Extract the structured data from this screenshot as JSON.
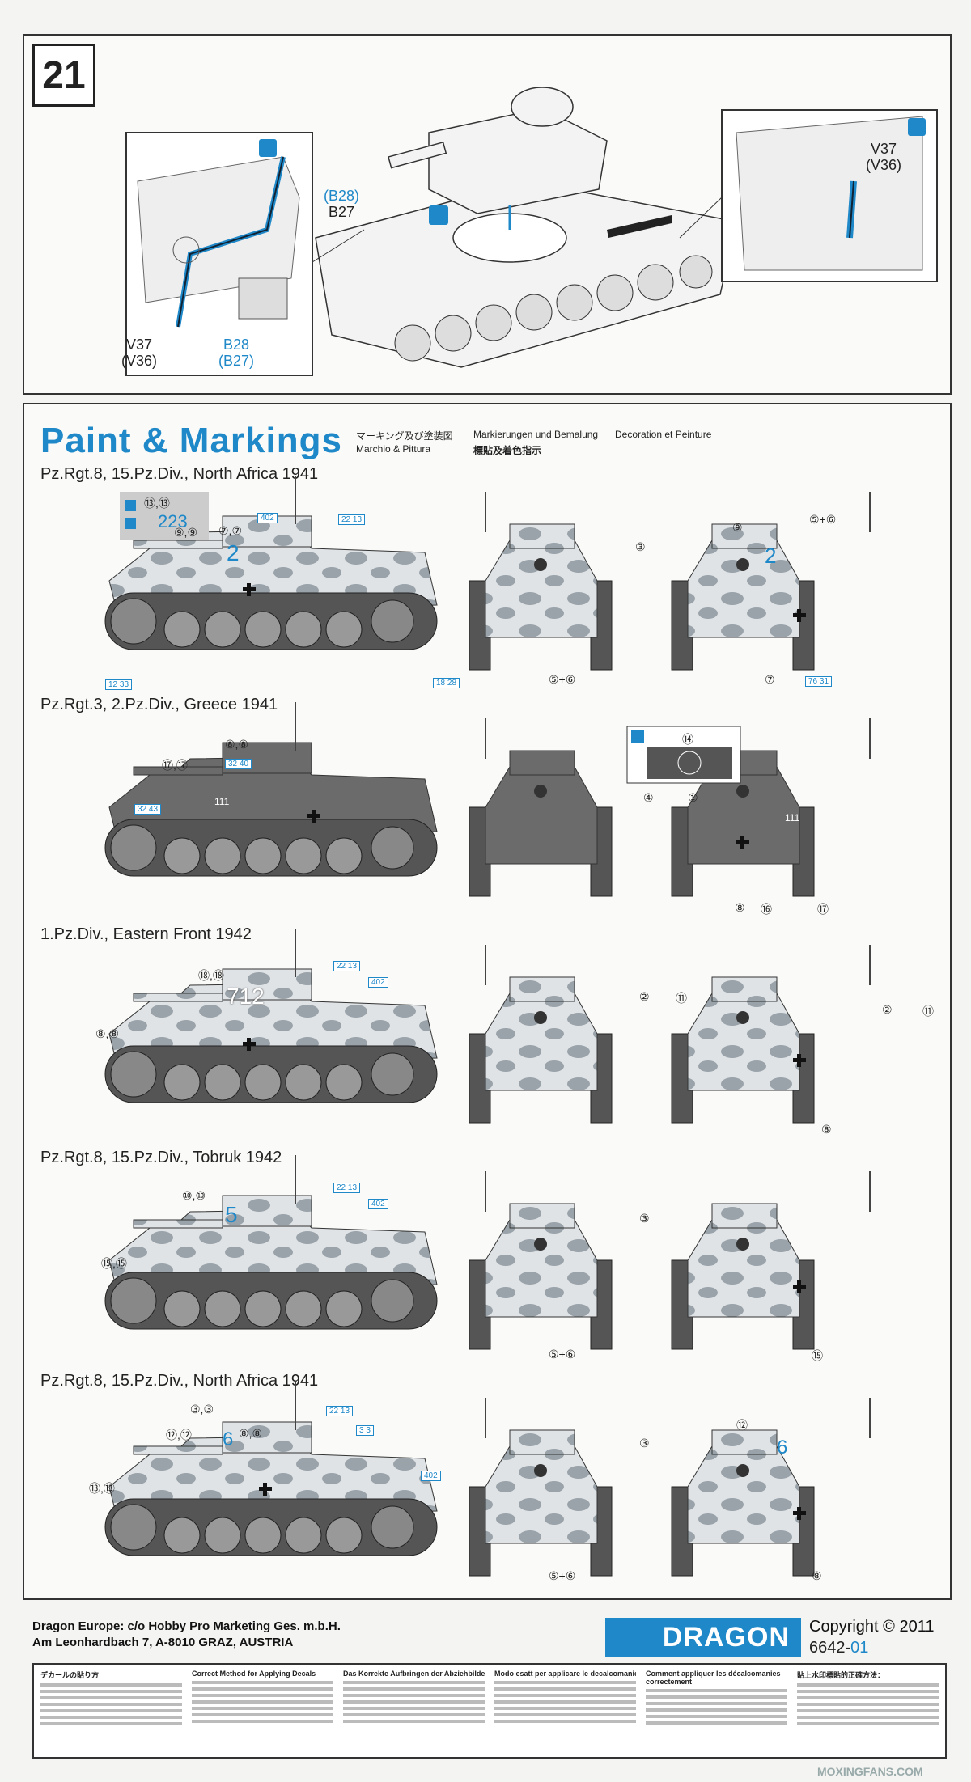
{
  "step": {
    "number": "21",
    "labels": {
      "b28_paren": "(B28)",
      "b27": "B27",
      "v37_left": "V37",
      "v36_left": "(V36)",
      "b28_left": "B28",
      "b27_left": "(B27)",
      "v37_right": "V37",
      "v36_right": "(V36)"
    }
  },
  "paint_markings": {
    "title": "Paint & Markings",
    "subtitles": {
      "ja": "マーキング及び塗装図",
      "de": "Markierungen und Bemalung",
      "fr": "Decoration et Peinture",
      "it": "Marchio & Pittura",
      "zh": "標貼及着色指示"
    },
    "schemes": [
      {
        "title": "Pz.Rgt.8, 15.Pz.Div., North Africa 1941",
        "turret_num": "2",
        "inset_num": "223",
        "marks": [
          "⑬,⑬",
          "⑨,⑨",
          "⑦,⑦",
          "⑨",
          "⑤+⑥",
          "③",
          "⑤+⑥",
          "⑦"
        ],
        "badges": [
          "402",
          "22 13",
          "12 33",
          "18 28",
          "76 31"
        ]
      },
      {
        "title": "Pz.Rgt.3, 2.Pz.Div., Greece 1941",
        "turret_num": "111",
        "marks": [
          "⑧,⑧",
          "⑰,⑰",
          "⑭",
          "④",
          "①",
          "⑧",
          "⑯",
          "⑰"
        ],
        "badges": [
          "32 40",
          "32 43"
        ]
      },
      {
        "title": "1.Pz.Div., Eastern Front 1942",
        "turret_num": "712",
        "marks": [
          "⑱,⑱",
          "⑧,⑧",
          "②",
          "⑪",
          "②",
          "⑪",
          "⑧"
        ],
        "badges": [
          "22 13",
          "402"
        ]
      },
      {
        "title": "Pz.Rgt.8, 15.Pz.Div., Tobruk 1942",
        "turret_num": "5",
        "marks": [
          "⑩,⑩",
          "⑮,⑮",
          "③",
          "⑤+⑥",
          "⑮"
        ],
        "badges": [
          "22 13",
          "402"
        ]
      },
      {
        "title": "Pz.Rgt.8, 15.Pz.Div., North Africa 1941",
        "turret_num": "6",
        "marks": [
          "③,③",
          "⑫,⑫",
          "⑧,⑧",
          "⑬,⑬",
          "③",
          "⑤+⑥",
          "⑫",
          "⑧"
        ],
        "badges": [
          "22 13",
          "3 3",
          "402"
        ]
      }
    ]
  },
  "footer": {
    "address_line1": "Dragon Europe: c/o Hobby Pro Marketing Ges. m.b.H.",
    "address_line2": "Am Leonhardbach 7, A-8010 GRAZ, AUSTRIA",
    "logo": "DRAGON",
    "copyright": "Copyright © 2011",
    "code_main": "6642-",
    "code_suffix": "01"
  },
  "instructions": {
    "headings": [
      "デカールの貼り方",
      "Correct Method for Applying Decals",
      "Das Korrekte Aufbringen der Abziehbilder",
      "Modo esatt per applicare le decalcomanie",
      "Comment appliquer les décalcomanies correctement",
      "貼上水印標貼的正確方法："
    ]
  },
  "watermark": "MOXINGFANS.COM",
  "colors": {
    "accent": "#1e88c8",
    "camo_light": "#dfe3e6",
    "camo_dark": "#9aa3aa",
    "grey_tank": "#6b6b6b"
  }
}
